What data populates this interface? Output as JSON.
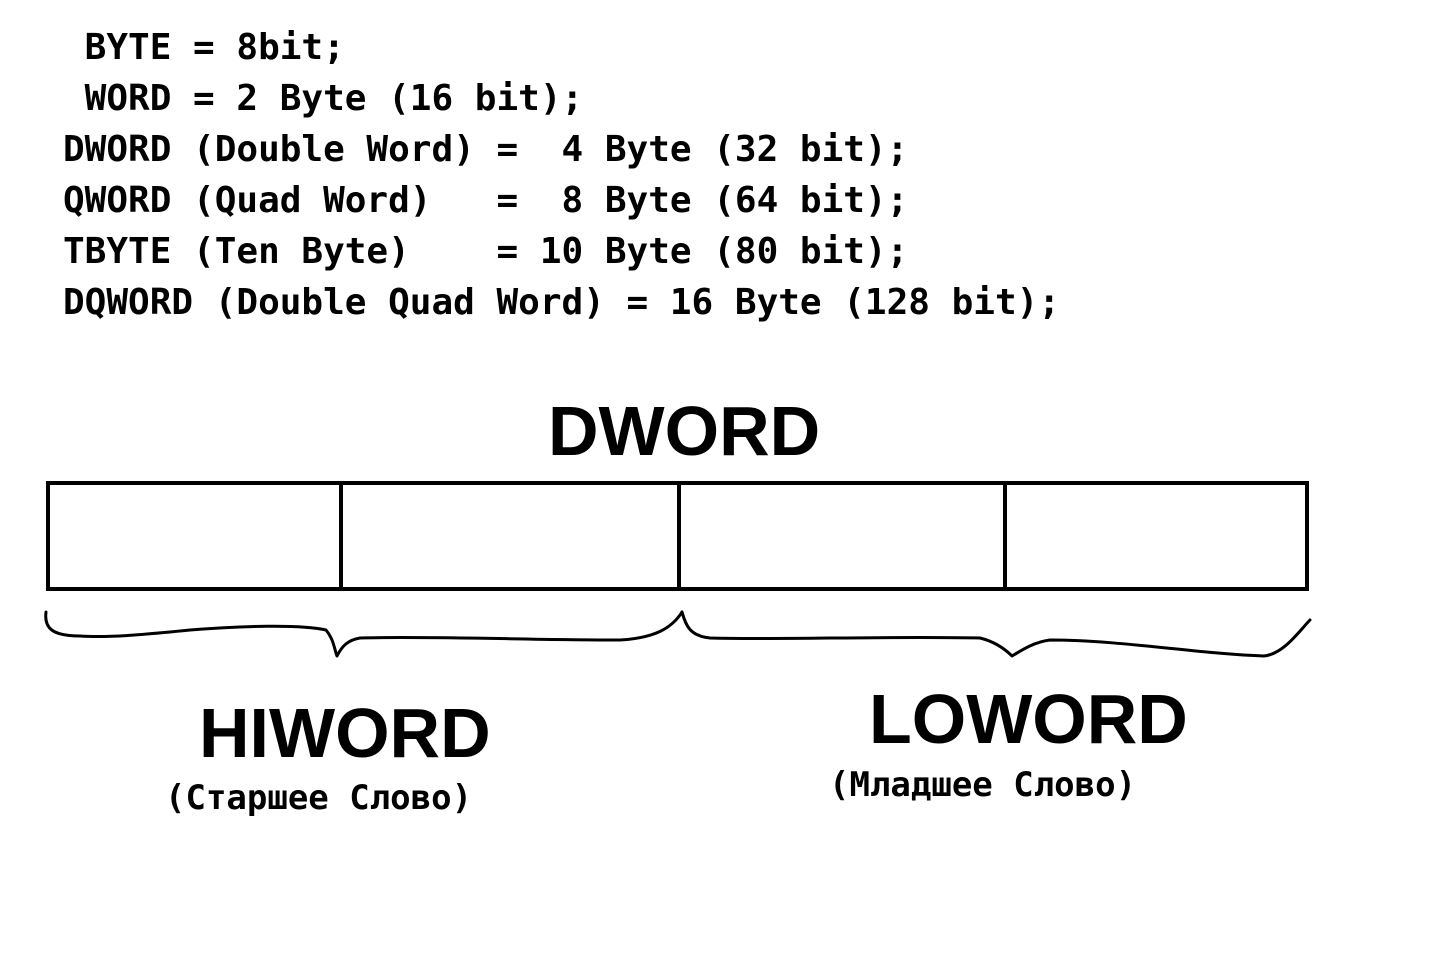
{
  "definitions": [
    " BYTE = 8bit;",
    " WORD = 2 Byte (16 bit);",
    "DWORD (Double Word) =  4 Byte (32 bit);",
    "QWORD (Quad Word)   =  8 Byte (64 bit);",
    "TBYTE (Ten Byte)    = 10 Byte (80 bit);",
    "DQWORD (Double Quad Word) = 16 Byte (128 bit);"
  ],
  "diagram": {
    "title": "DWORD",
    "hiword": {
      "label": "HIWORD",
      "sublabel": "(Старшее Слово)"
    },
    "loword": {
      "label": "LOWORD",
      "sublabel": "(Младшее Слово)"
    }
  }
}
